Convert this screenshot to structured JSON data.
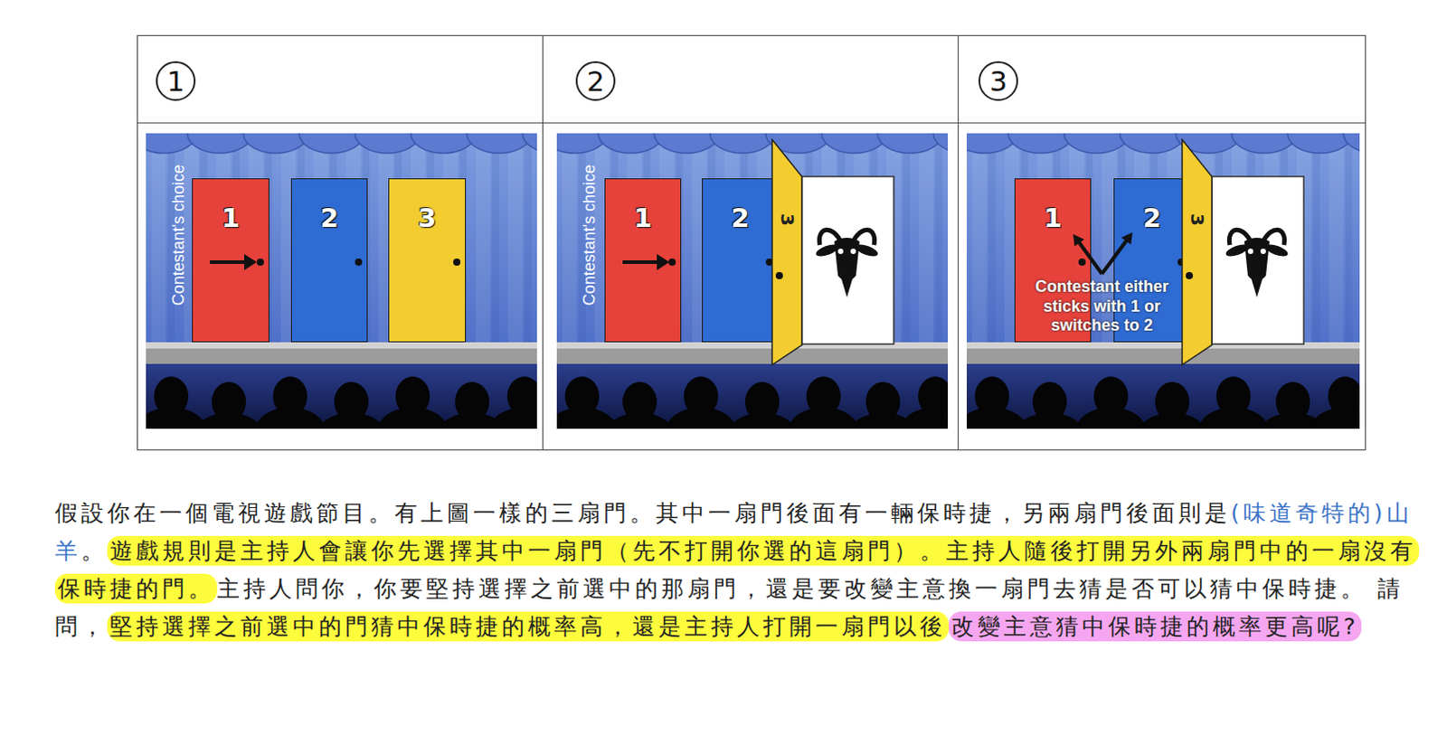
{
  "diagram": {
    "nodes": [
      {
        "text": [
          "1"
        ]
      },
      {
        "text": [
          "2"
        ]
      },
      {
        "text": [
          "3"
        ]
      },
      {
        "text": [
          "Contestant's choice"
        ]
      },
      {
        "text": [
          "1"
        ],
        "in": 3
      },
      {
        "text": [
          "2"
        ],
        "in": 3
      },
      {
        "text": [
          "3"
        ],
        "in": 3
      },
      {
        "text": [
          "Contestant's choice"
        ]
      },
      {
        "text": [
          "1"
        ],
        "in": 7
      },
      {
        "text": [
          "2"
        ],
        "in": 7
      },
      {
        "text": [
          "3"
        ],
        "in": 7
      },
      {
        "text": [
          "Contestant either sticks with 1 or switches to 2"
        ]
      },
      {
        "text": [
          "1"
        ],
        "in": 11
      },
      {
        "text": [
          "2"
        ],
        "in": 11
      },
      {
        "text": [
          "3"
        ],
        "in": 11
      }
    ],
    "labels": [
      "假設你在一個電視遊戲節目。有上圖一樣的三扇門。其中一扇門後面有一輛保時捷，另兩扇門後面則是",
      "(味道奇特的)山羊",
      "。",
      "遊戲規則是主持人會讓你先選擇其中一扇門（先不打開你選的這扇門）。主持人隨後打開另外兩扇門中的一扇沒有保時捷的門。",
      "主持人問你，你要堅持選擇之前選中的那扇門，還是要改變主意換一扇門去猜是否可以猜中保時捷。 請問，",
      "堅持選擇之前選中的門猜中保時捷的概率高，還是主持人打開一扇門以後",
      "改變主意猜中保時捷的概率更高呢?"
    ]
  }
}
